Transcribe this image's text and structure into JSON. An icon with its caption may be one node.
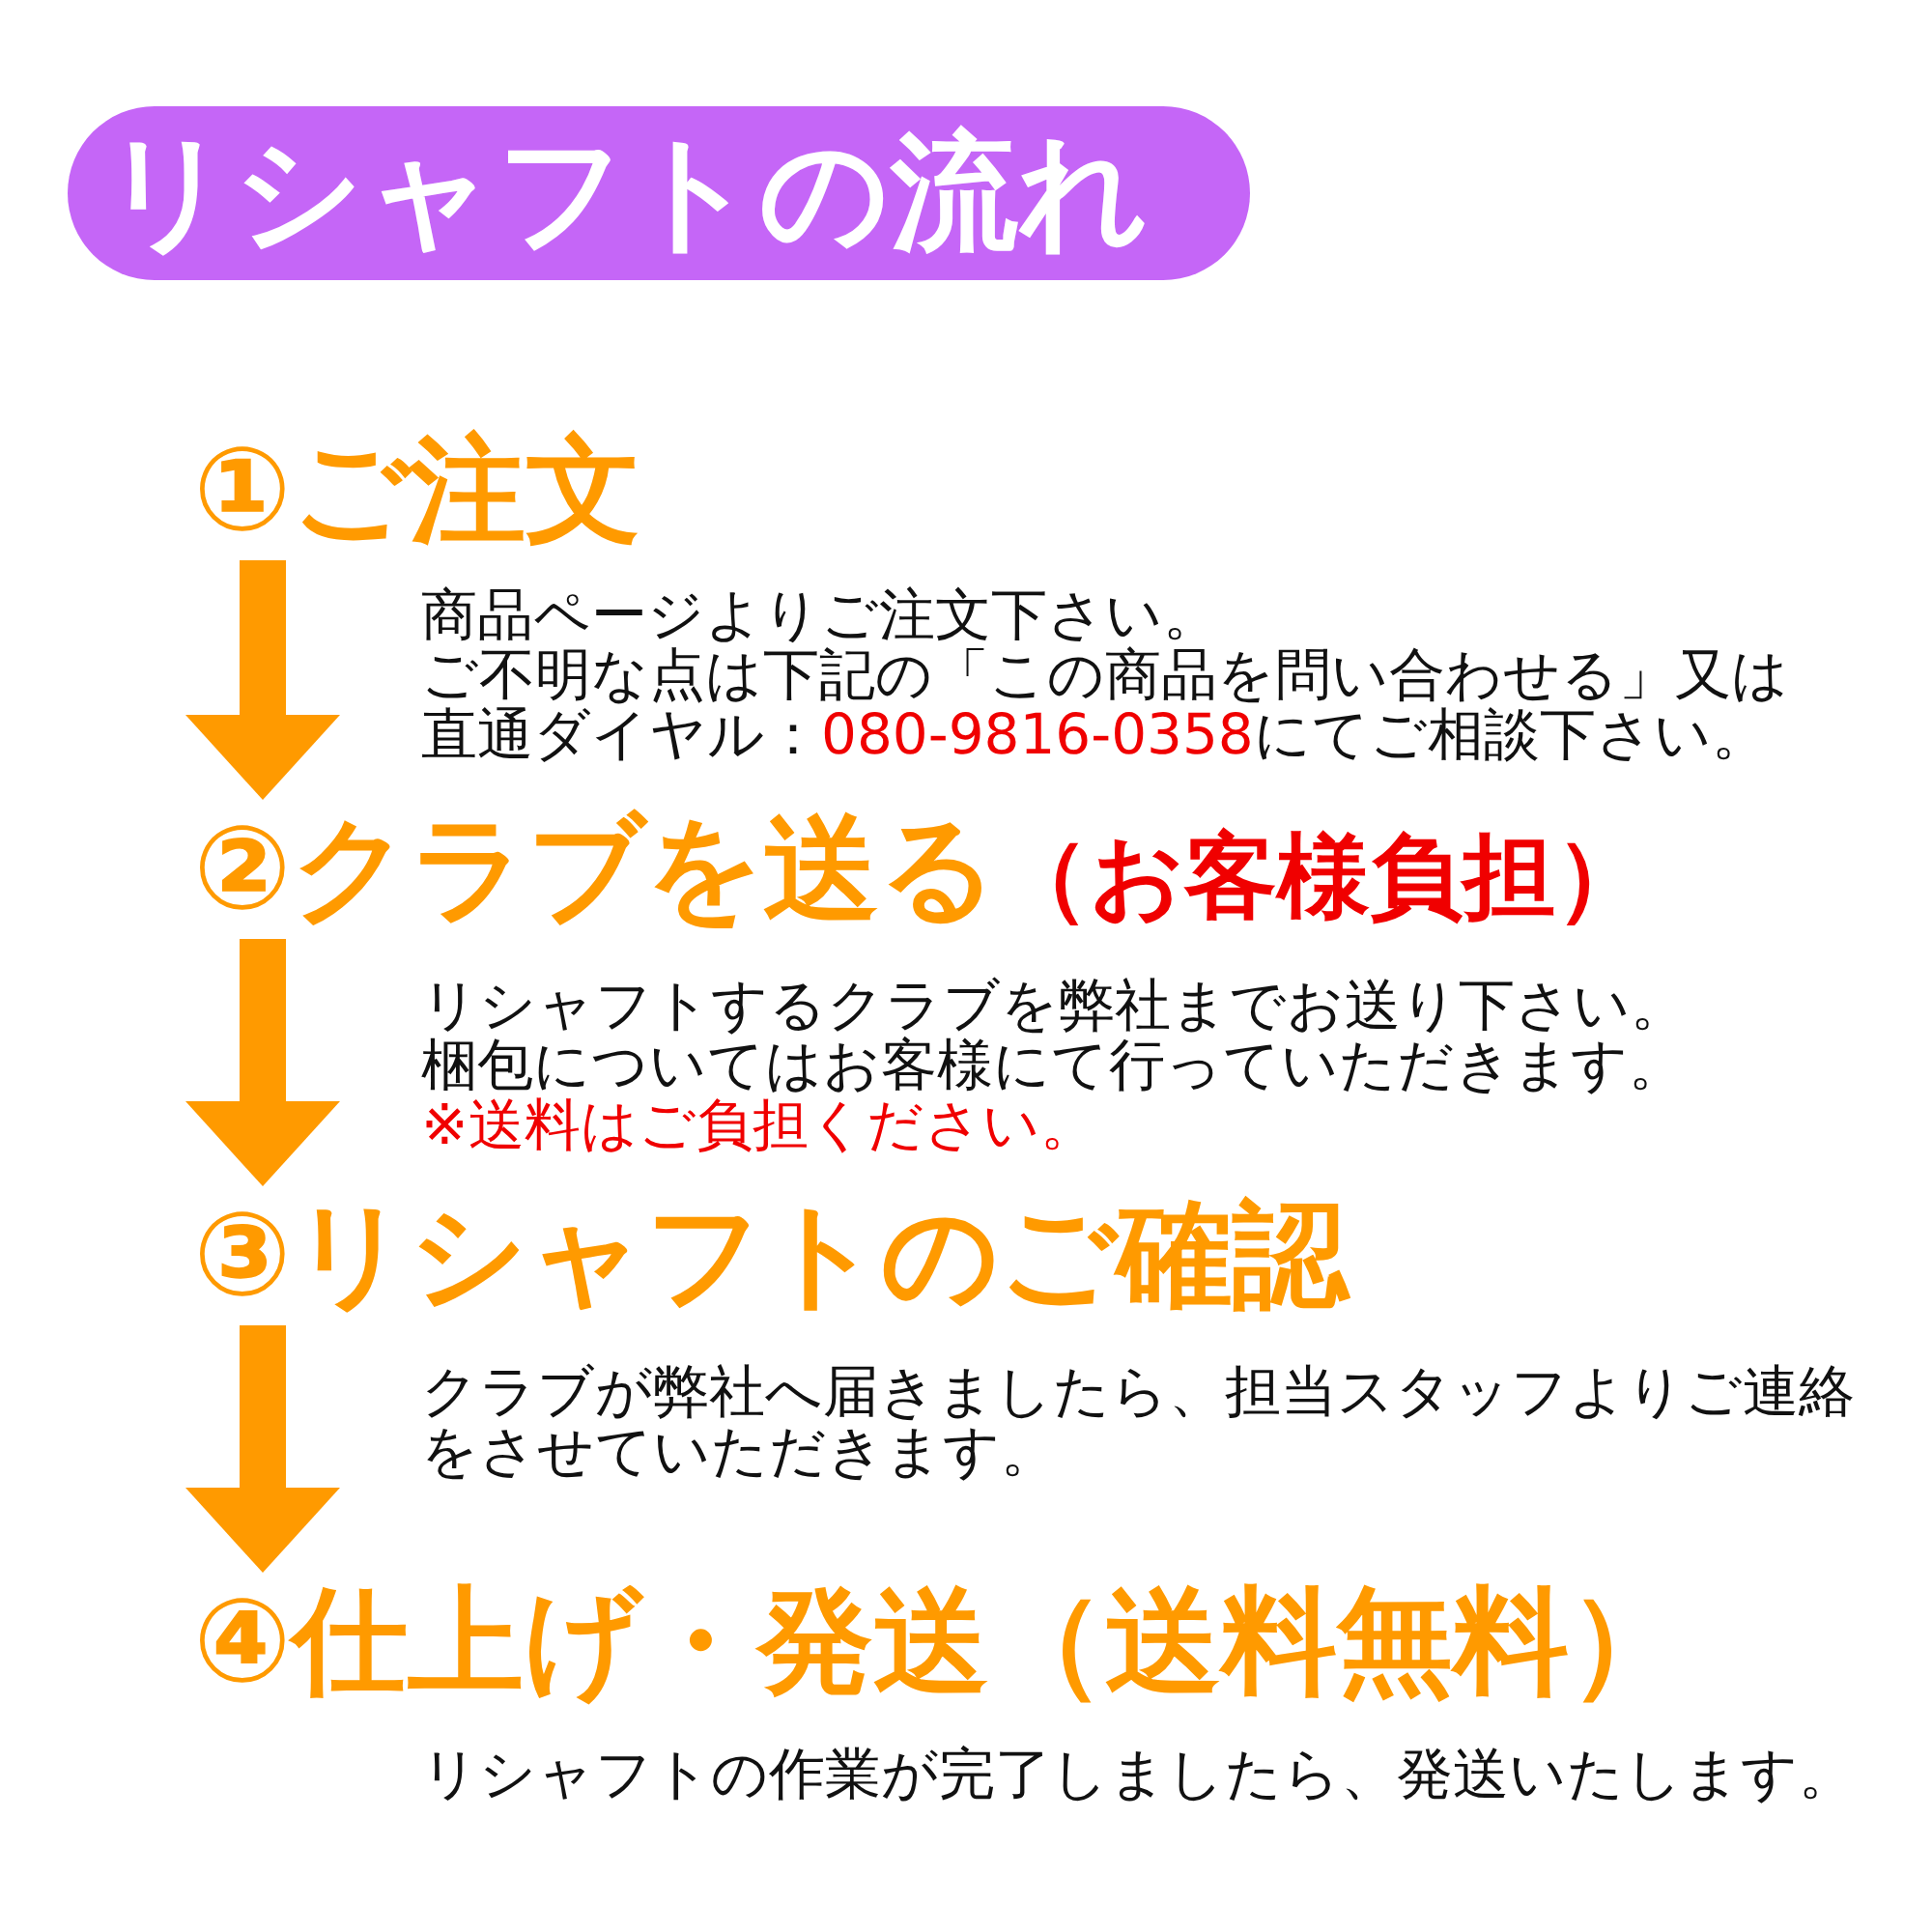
{
  "diagram": {
    "title": "リシャフトの流れ",
    "nodes": [
      {
        "text": [
          "①ご注文"
        ],
        "beside": [
          "商品ページよりご注文下さい。",
          "ご不明な点は下記の「この商品を問い合わせる」又は直通ダイヤル：",
          "080-9816-0358",
          "にてご相談下さい。"
        ]
      },
      {
        "text": [
          "②クラブを送る",
          "（お客様負担）"
        ],
        "beside": [
          "リシャフトするクラブを弊社までお送り下さい。",
          "梱包についてはお客様にて行っていただきます。",
          "※送料はご負担ください。"
        ]
      },
      {
        "text": [
          "③リシャフトのご確認"
        ],
        "beside": [
          "クラブが弊社へ届きましたら、担当スタッフよりご連絡をさせていただきます。"
        ]
      },
      {
        "text": [
          "④仕上げ・発送（送料無料）"
        ],
        "beside": [
          "リシャフトの作業が完了しましたら、発送いたします。"
        ]
      }
    ],
    "edges": [
      {
        "from": 0,
        "to": 1,
        "arrow": "to"
      },
      {
        "from": 1,
        "to": 2,
        "arrow": "to"
      },
      {
        "from": 2,
        "to": 3,
        "arrow": "to"
      }
    ]
  }
}
